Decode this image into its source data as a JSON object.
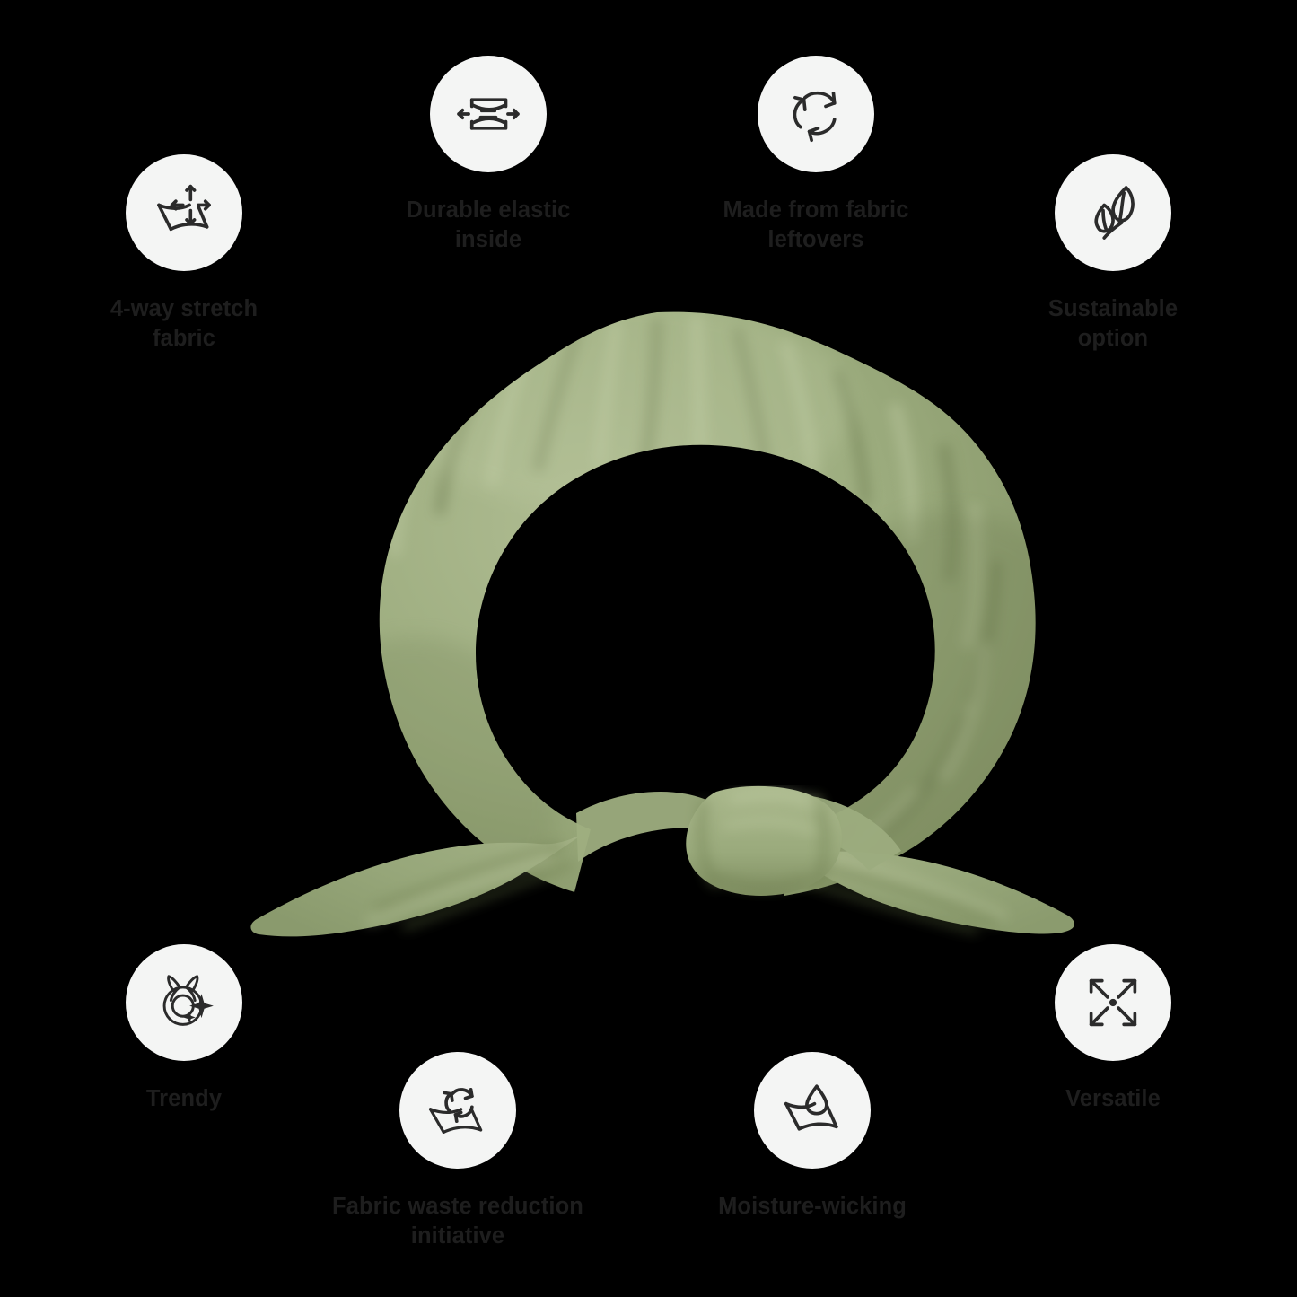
{
  "page": {
    "background_color": "#000000",
    "badge_circle_color": "#F4F5F4",
    "caption_color": "#1E1E1E",
    "icon_stroke_color": "#2B2B2B"
  },
  "product": {
    "name": "tie-scrunchie",
    "fabric_color": "#9CAC7E",
    "fabric_shadow_color": "#76844F",
    "fabric_highlight_color": "#B4C098",
    "center_hole_color": "#000000"
  },
  "features": [
    {
      "id": "stretch",
      "icon": "fabric-four-way-arrows-icon",
      "label": "4-way stretch\nfabric"
    },
    {
      "id": "elastic",
      "icon": "elastic-band-stretch-icon",
      "label": "Durable elastic\ninside"
    },
    {
      "id": "leftovers",
      "icon": "recycle-arrows-icon",
      "label": "Made from fabric\nleftovers"
    },
    {
      "id": "sustain",
      "icon": "two-leaves-icon",
      "label": "Sustainable\noption"
    },
    {
      "id": "trendy",
      "icon": "scrunchie-sparkle-icon",
      "label": "Trendy"
    },
    {
      "id": "waste",
      "icon": "fabric-recycle-icon",
      "label": "Fabric waste reduction\ninitiative"
    },
    {
      "id": "moisture",
      "icon": "fabric-water-drop-icon",
      "label": "Moisture-wicking"
    },
    {
      "id": "versatile",
      "icon": "expand-arrows-icon",
      "label": "Versatile"
    }
  ]
}
